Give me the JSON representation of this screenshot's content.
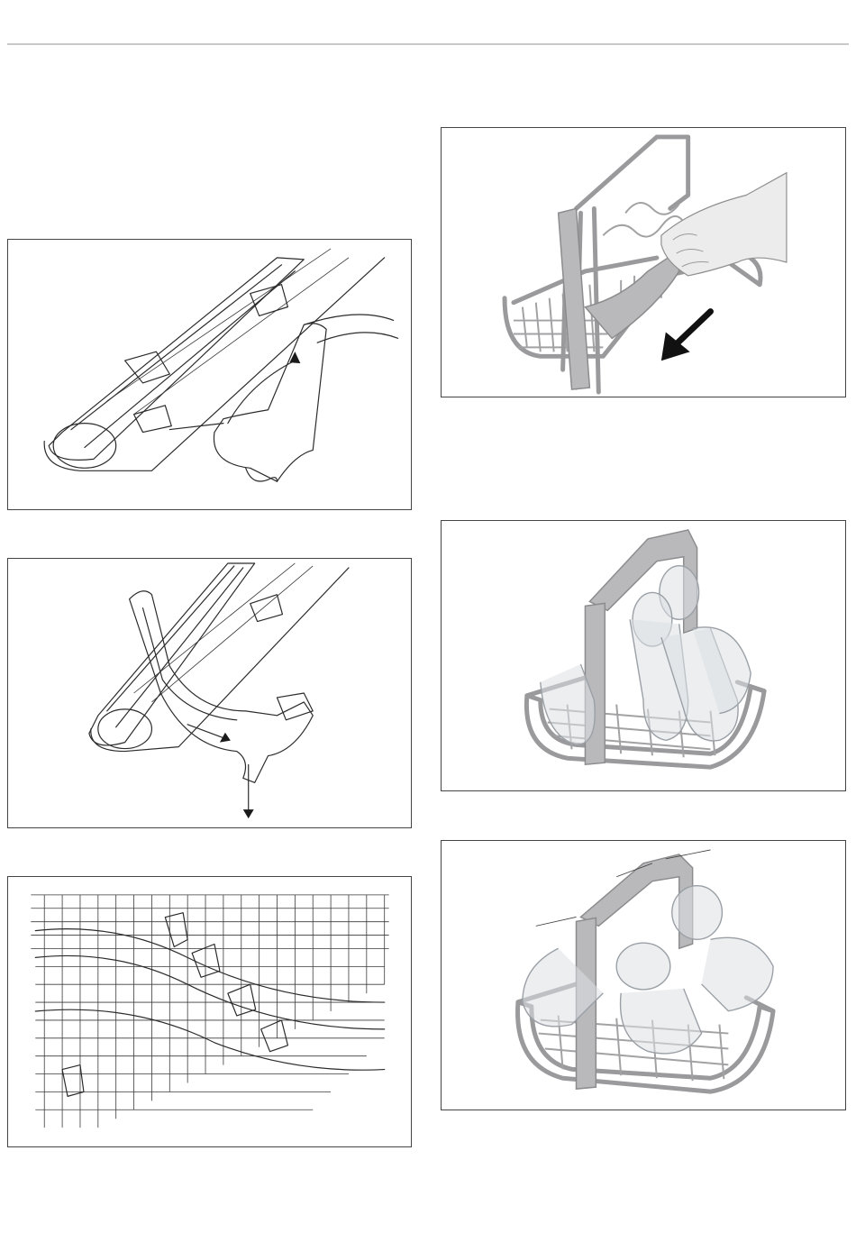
{
  "figures": [
    {
      "id": "fig-hinge-attach",
      "kind": "line-drawing"
    },
    {
      "id": "fig-hinge-release",
      "kind": "line-drawing"
    },
    {
      "id": "fig-rack-clips",
      "kind": "line-drawing"
    },
    {
      "id": "fig-basket-slide",
      "kind": "photo"
    },
    {
      "id": "fig-basket-glasses-upright",
      "kind": "photo"
    },
    {
      "id": "fig-basket-glasses-tilted",
      "kind": "photo"
    }
  ],
  "colors": {
    "basket": "#9a9a9c",
    "frame": "#444444",
    "rule": "#c8c8c8",
    "arrow": "#1a1a1a"
  }
}
